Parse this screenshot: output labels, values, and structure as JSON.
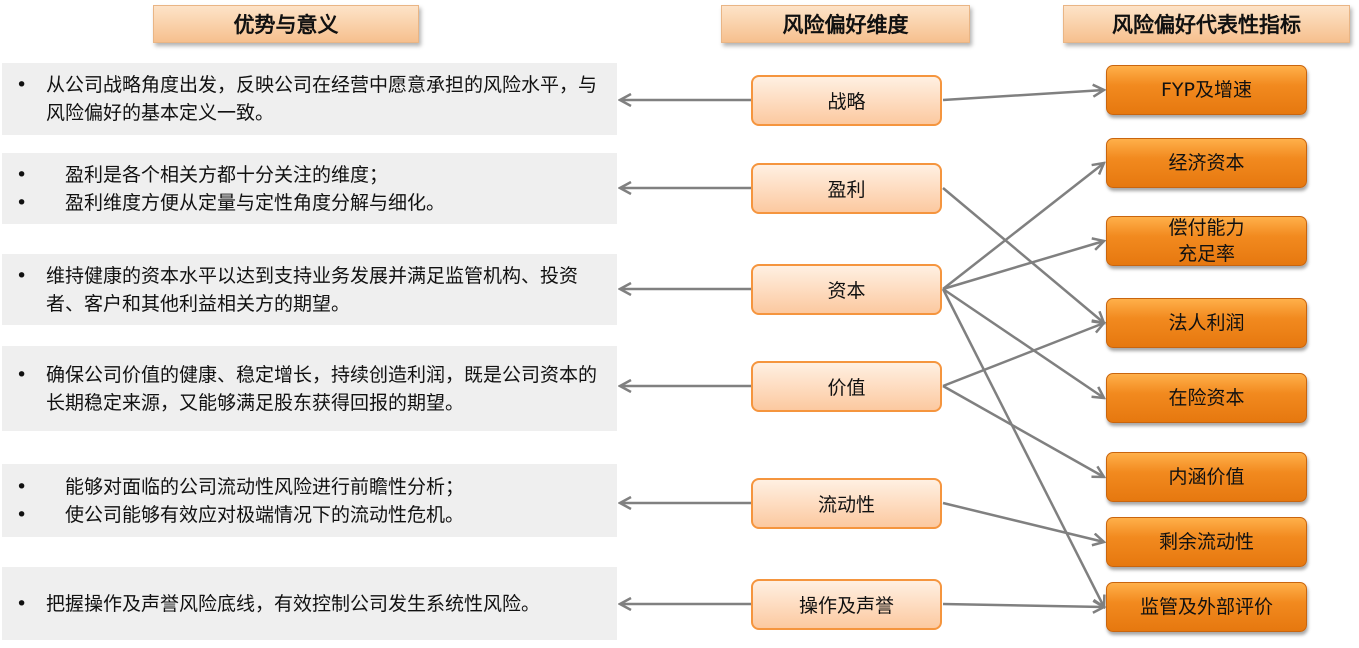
{
  "headers": {
    "left": "优势与意义",
    "middle": "风险偏好维度",
    "right": "风险偏好代表性指标"
  },
  "advantages": [
    {
      "items": [
        "从公司战略角度出发，反映公司在经营中愿意承担的风险水平，与风险偏好的基本定义一致。"
      ]
    },
    {
      "items": [
        "　盈利是各个相关方都十分关注的维度；",
        "　盈利维度方便从定量与定性角度分解与细化。"
      ]
    },
    {
      "items": [
        "维持健康的资本水平以达到支持业务发展并满足监管机构、投资者、客户和其他利益相关方的期望。"
      ]
    },
    {
      "items": [
        "确保公司价值的健康、稳定增长，持续创造利润，既是公司资本的长期稳定来源，又能够满足股东获得回报的期望。"
      ]
    },
    {
      "items": [
        "　能够对面临的公司流动性风险进行前瞻性分析；",
        "　使公司能够有效应对极端情况下的流动性危机。"
      ]
    },
    {
      "items": [
        "把握操作及声誉风险底线，有效控制公司发生系统性风险。"
      ]
    }
  ],
  "bullet": "•",
  "dimensions": [
    "战略",
    "盈利",
    "资本",
    "价值",
    "流动性",
    "操作及声誉"
  ],
  "indicators": [
    "FYP及增速",
    "经济资本",
    "偿付能力\n充足率",
    "法人利润",
    "在险资本",
    "内涵价值",
    "剩余流动性",
    "监管及外部评价"
  ],
  "connections": [
    [
      0,
      0
    ],
    [
      1,
      3
    ],
    [
      2,
      1
    ],
    [
      2,
      2
    ],
    [
      2,
      4
    ],
    [
      2,
      7
    ],
    [
      3,
      3
    ],
    [
      3,
      5
    ],
    [
      4,
      6
    ],
    [
      5,
      7
    ]
  ],
  "colors": {
    "arrow": "#808080",
    "indicator": "#f28a1f",
    "dimension_border": "#f5953e"
  }
}
